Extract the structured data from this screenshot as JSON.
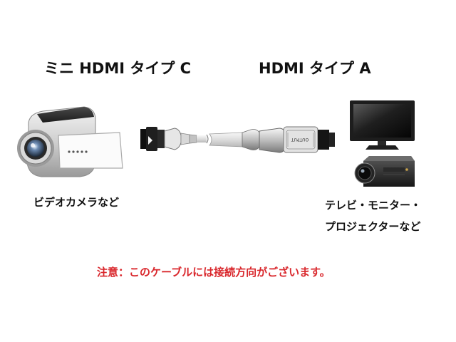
{
  "labels": {
    "mini_hdmi": "ミニ HDMI タイプ C",
    "standard_hdmi": "HDMI タイプ A",
    "camera_caption": "ビデオカメラなど",
    "display_caption_line1": "テレビ・モニター・",
    "display_caption_line2": "プロジェクターなど",
    "note": "注意：このケーブルには接続方向がございます。"
  },
  "connector_marking": "OUTPUT",
  "colors": {
    "note_text": "#d9262b",
    "text": "#111111",
    "cable": "#e6e6e6",
    "connector_dark": "#1a1a1a"
  }
}
